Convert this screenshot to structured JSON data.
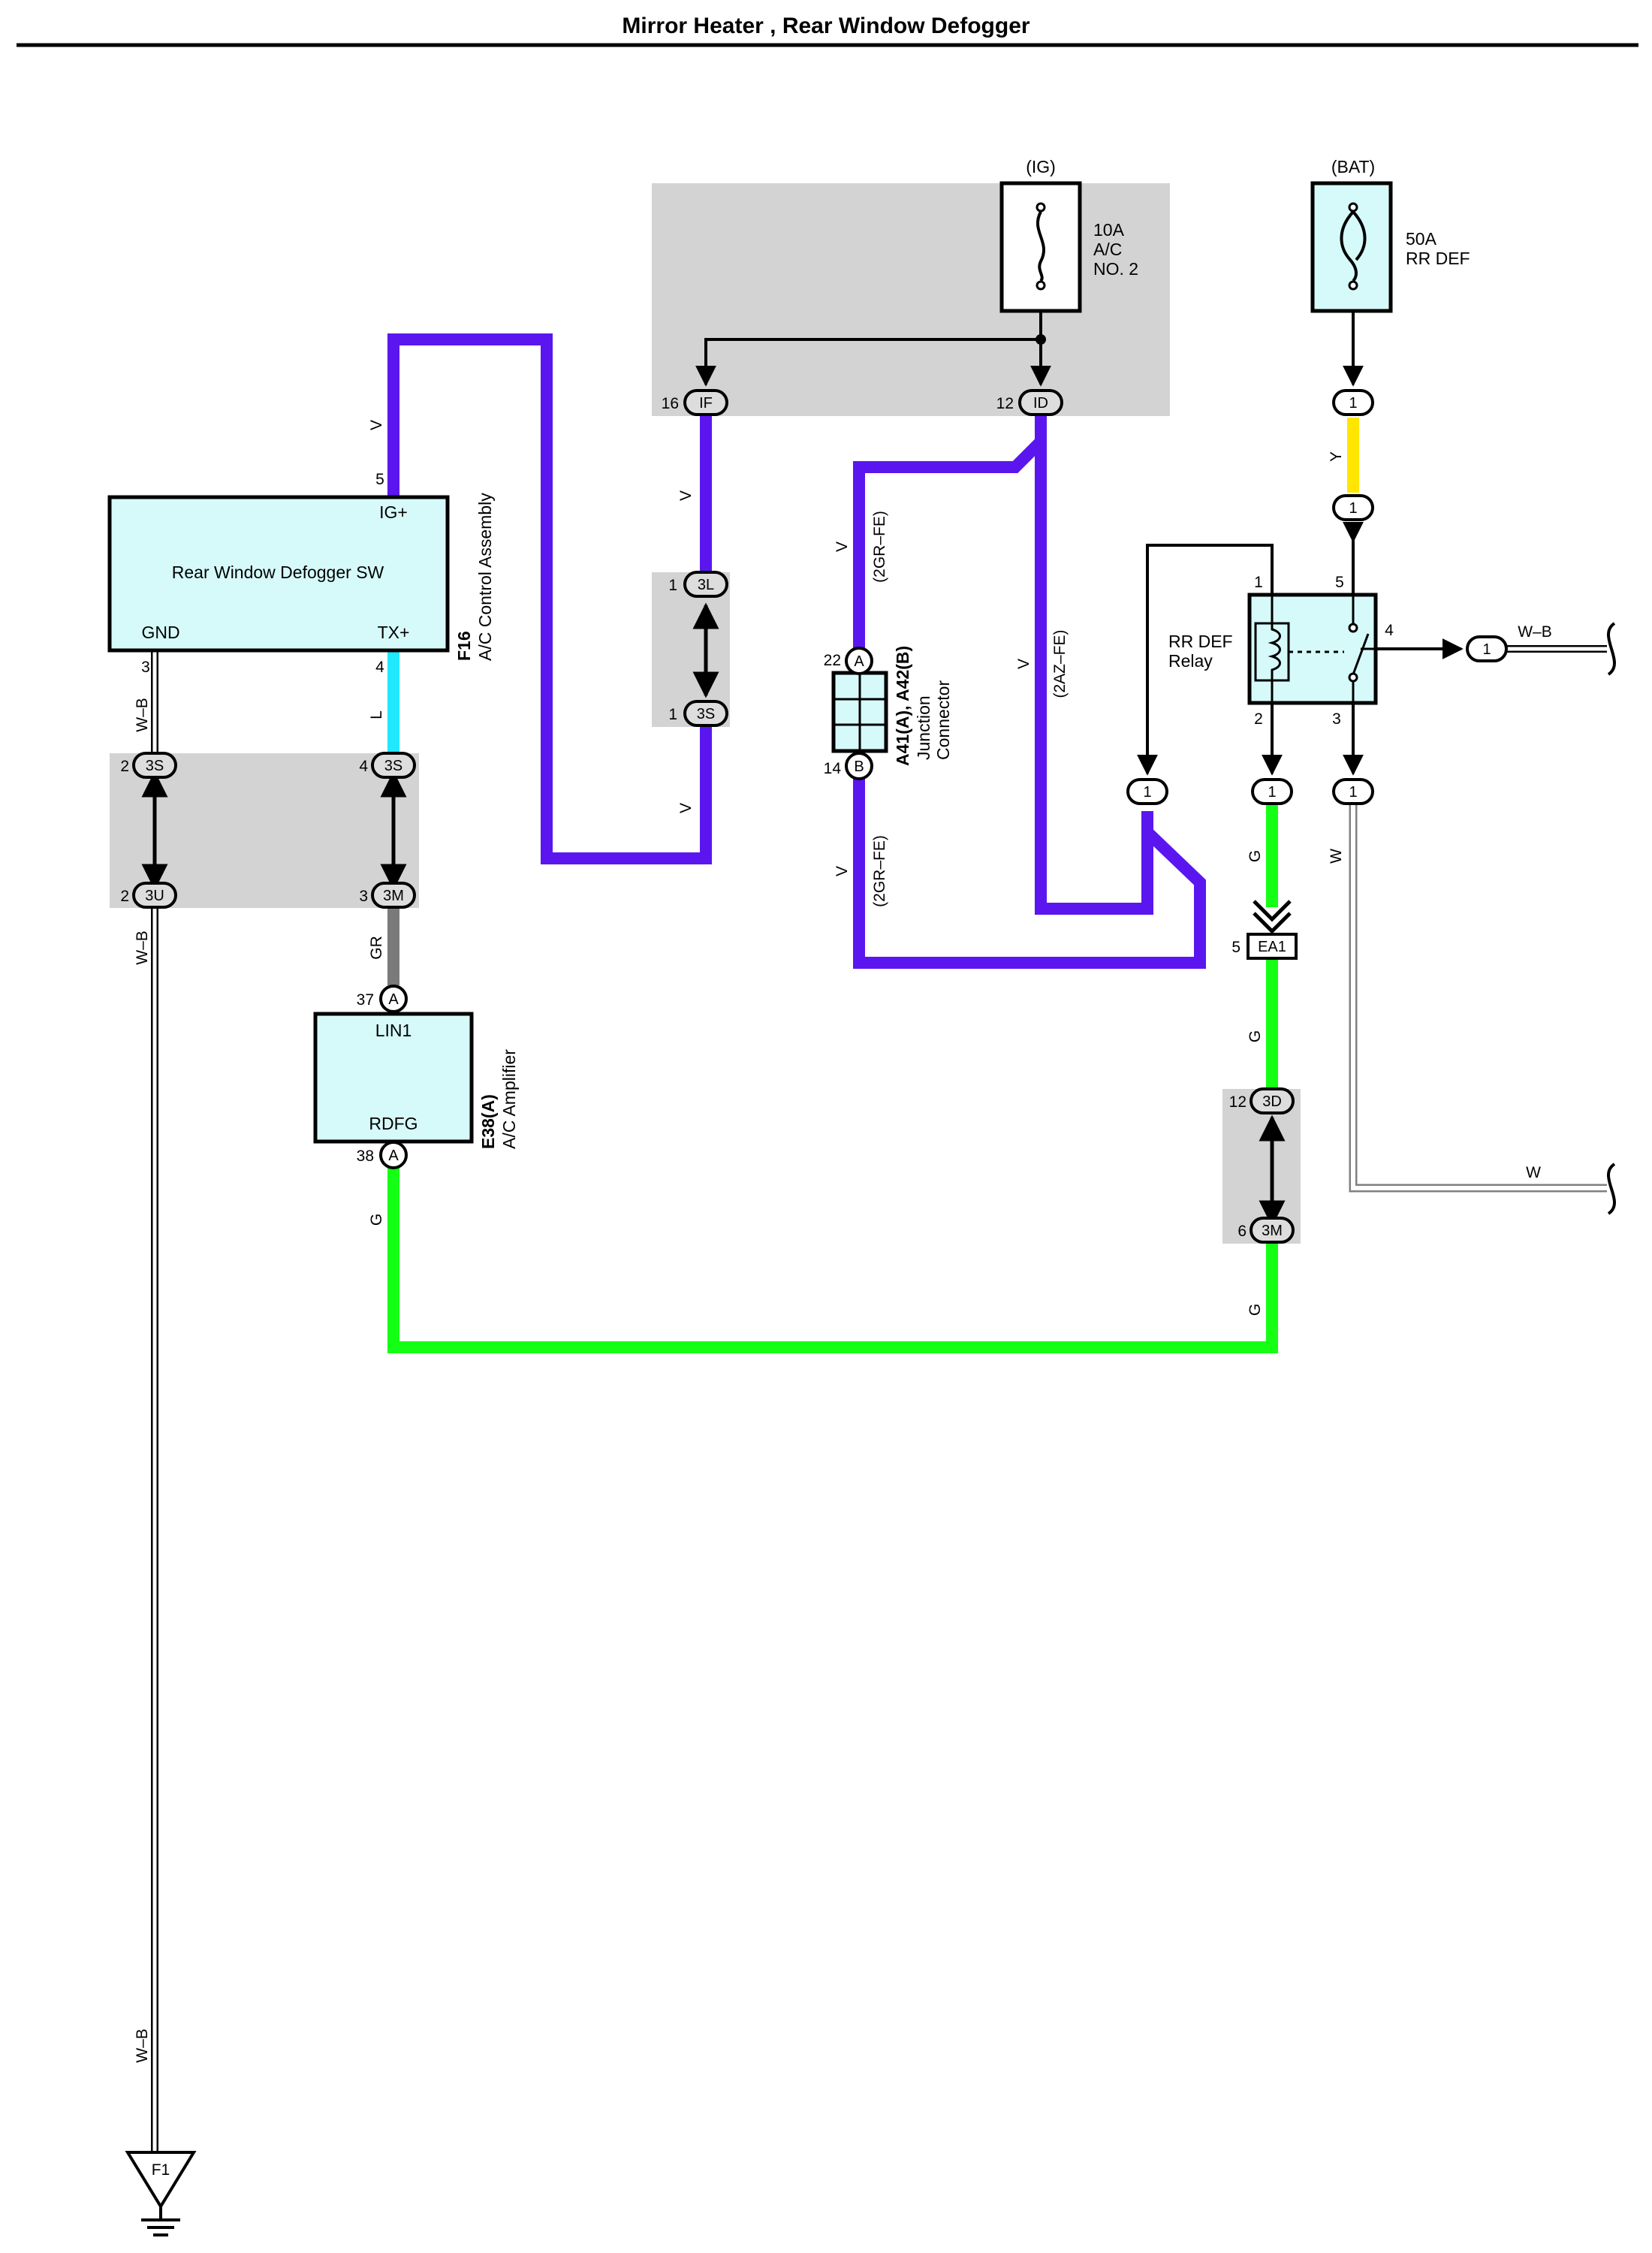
{
  "title": "Mirror Heater , Rear Window Defogger",
  "colors": {
    "violet": "#5b16f0",
    "light_blue": "#1fe8ff",
    "yellow": "#ffe500",
    "green": "#14ff14",
    "gray_wire": "#7a7a7a",
    "component_fill": "#d6fafa",
    "junction_box_fill": "#d3d3d3"
  },
  "fuses": {
    "ig": {
      "source": "(IG)",
      "rating": "10A",
      "name_line1": "A/C",
      "name_line2": "NO. 2"
    },
    "bat": {
      "source": "(BAT)",
      "rating": "50A",
      "name_line1": "RR DEF"
    }
  },
  "components": {
    "defogger_sw": {
      "label": "Rear Window Defogger SW",
      "pin_ig": "IG+",
      "pin_gnd": "GND",
      "pin_tx": "TX+",
      "code": "F16",
      "desc": "A/C Control Assembly",
      "pin_ig_no": "5",
      "pin_gnd_no": "3",
      "pin_tx_no": "4"
    },
    "ac_amplifier": {
      "pin_lin": "LIN1",
      "pin_rdfg": "RDFG",
      "code": "E38(A)",
      "desc": "A/C Amplifier",
      "pin_lin_no": "37",
      "pin_rdfg_no": "38",
      "connector": "A"
    },
    "junction_connector": {
      "code": "A41(A), A42(B)",
      "desc_line1": "Junction",
      "desc_line2": "Connector",
      "pin_a": "22",
      "pin_b": "14",
      "conn_a": "A",
      "conn_b": "B"
    },
    "relay": {
      "name_line1": "RR DEF",
      "name_line2": "Relay",
      "pin1": "1",
      "pin2": "2",
      "pin3": "3",
      "pin4": "4",
      "pin5": "5"
    },
    "ground": {
      "code": "F1"
    }
  },
  "connectors": {
    "if": {
      "label": "IF",
      "pin": "16"
    },
    "id": {
      "label": "ID",
      "pin": "12"
    },
    "c3l": {
      "label": "3L",
      "pin": "1"
    },
    "c3s_top": {
      "label": "3S",
      "pin": "1"
    },
    "c3s_left": {
      "label": "3S",
      "pin": "2"
    },
    "c3s_right": {
      "label": "3S",
      "pin": "4"
    },
    "c3u": {
      "label": "3U",
      "pin": "2"
    },
    "c3m_left": {
      "label": "3M",
      "pin": "3"
    },
    "ea1": {
      "label": "EA1",
      "pin": "5"
    },
    "c3d": {
      "label": "3D",
      "pin": "12"
    },
    "c3m_right": {
      "label": "3M",
      "pin": "6"
    },
    "one": "1"
  },
  "wires": {
    "v": "V",
    "y": "Y",
    "l": "L",
    "wb": "W–B",
    "gr": "GR",
    "g": "G",
    "w": "W",
    "gr_fe": "(2GR–FE)",
    "az_fe": "(2AZ–FE)"
  }
}
